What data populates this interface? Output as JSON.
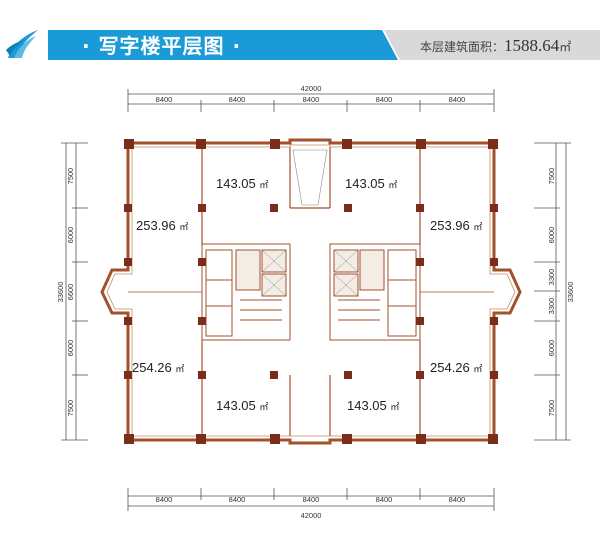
{
  "header": {
    "title": "写字楼平层图",
    "area_label": "本层建筑面积：",
    "area_value": "1588.64",
    "area_unit": "㎡",
    "accent_color": "#1a9ad6",
    "logo_icon": "leaf-logo-icon"
  },
  "plan": {
    "wall_color": "#a0522d",
    "total_width_label": "42000",
    "total_depth_label": "33600",
    "top_dims": [
      "8400",
      "8400",
      "8400",
      "8400",
      "8400"
    ],
    "bottom_dims": [
      "8400",
      "8400",
      "8400",
      "8400",
      "8400"
    ],
    "left_dims": [
      "7500",
      "6000",
      "6600",
      "6000",
      "7500"
    ],
    "right_dims": [
      "7500",
      "6000",
      "3300",
      "3300",
      "6000",
      "7500"
    ],
    "unit_suffix": "㎡",
    "units": {
      "top_left_small": "143.05",
      "top_right_small": "143.05",
      "top_left_large": "253.96",
      "top_right_large": "253.96",
      "bottom_left_large": "254.26",
      "bottom_right_large": "254.26",
      "bottom_left_small": "143.05",
      "bottom_right_small": "143.05"
    }
  }
}
